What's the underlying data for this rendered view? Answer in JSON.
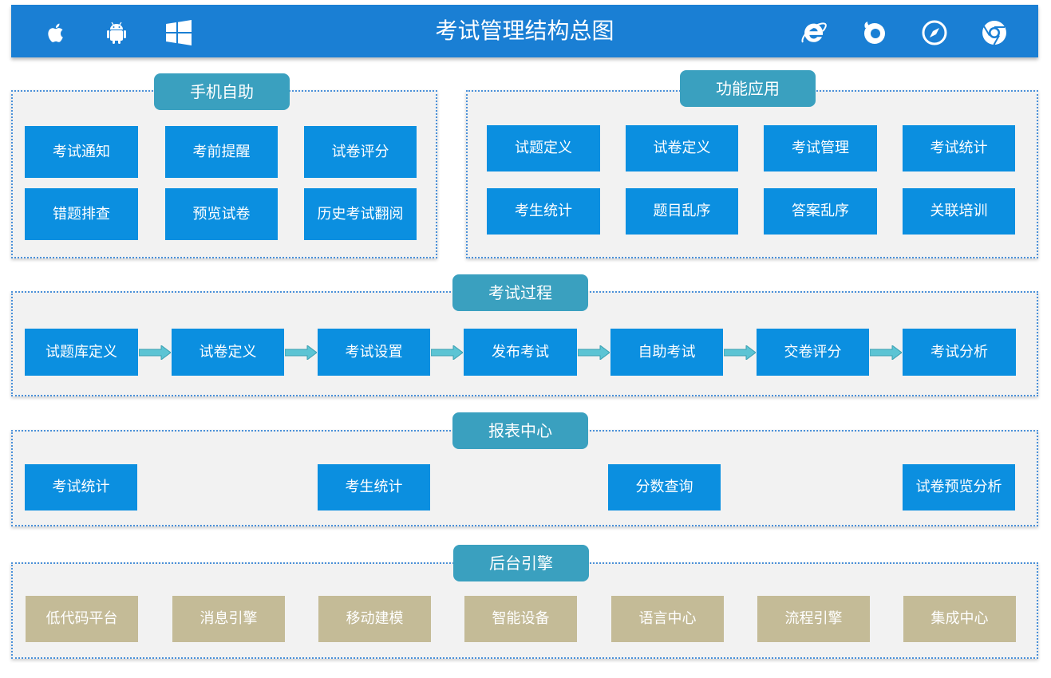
{
  "header": {
    "title": "考试管理结构总图",
    "left_icons": [
      "apple-icon",
      "android-icon",
      "windows-icon"
    ],
    "right_icons": [
      "ie-icon",
      "firefox-icon",
      "safari-icon",
      "chrome-icon"
    ]
  },
  "panels": {
    "mobile": {
      "title": "手机自助",
      "items": [
        "考试通知",
        "考前提醒",
        "试卷评分",
        "错题排查",
        "预览试卷",
        "历史考试翻阅"
      ]
    },
    "function": {
      "title": "功能应用",
      "items": [
        "试题定义",
        "试卷定义",
        "考试管理",
        "考试统计",
        "考生统计",
        "题目乱序",
        "答案乱序",
        "关联培训"
      ]
    },
    "process": {
      "title": "考试过程",
      "steps": [
        "试题库定义",
        "试卷定义",
        "考试设置",
        "发布考试",
        "自助考试",
        "交卷评分",
        "考试分析"
      ]
    },
    "report": {
      "title": "报表中心",
      "items": [
        "考试统计",
        "考生统计",
        "分数查询",
        "试卷预览分析"
      ]
    },
    "engine": {
      "title": "后台引擎",
      "items": [
        "低代码平台",
        "消息引擎",
        "移动建模",
        "智能设备",
        "语言中心",
        "流程引擎",
        "集成中心"
      ]
    }
  },
  "colors": {
    "header": "#1a7fd4",
    "box": "#0b8fe0",
    "engine_box": "#c4bb97",
    "panel_title": "#3aa0bf",
    "panel_bg": "#f2f2f2",
    "arrow": "#5cc4d4"
  }
}
